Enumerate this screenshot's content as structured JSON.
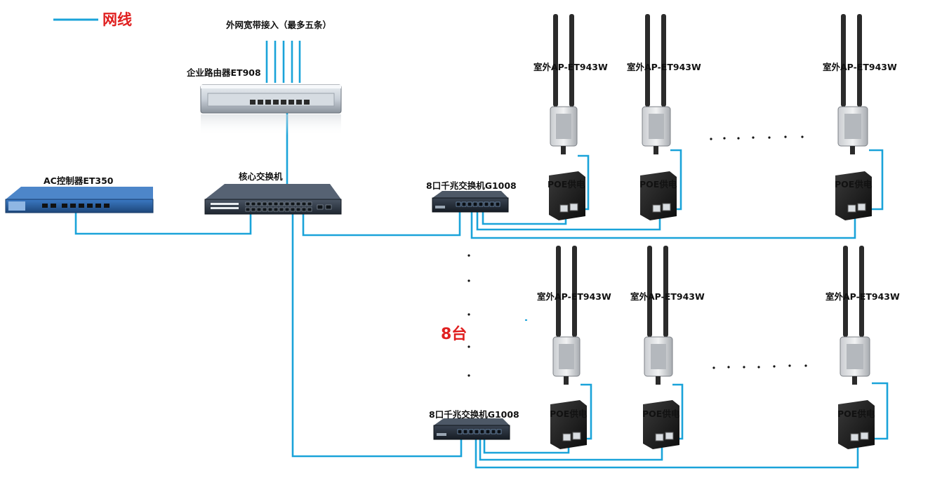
{
  "legend": {
    "label": "网线",
    "line_color": "#1aa3d9"
  },
  "labels": {
    "broadband": "外网宽带接入（最多五条）",
    "router": "企业路由器ET908",
    "ac_controller": "AC控制器ET350",
    "core_switch": "核心交换机",
    "switch_top": "8口千兆交换机G1008",
    "switch_bottom": "8口千兆交换机G1008",
    "count": "8台"
  },
  "ap_row_top": [
    {
      "ap": "室外AP-ET943W",
      "poe": "POE供电"
    },
    {
      "ap": "室外AP-ET943W",
      "poe": "POE供电"
    },
    {
      "ap": "室外AP-ET943W",
      "poe": "POE供电"
    }
  ],
  "ap_row_bottom": [
    {
      "ap": "室外AP-ET943W",
      "poe": "POE供电"
    },
    {
      "ap": "室外AP-ET943W",
      "poe": "POE供电"
    },
    {
      "ap": "室外AP-ET943W",
      "poe": "POE供电"
    }
  ],
  "colors": {
    "cable": "#1aa3d9",
    "red_text": "#e02020",
    "device_dark": "#2e3947",
    "ac_blue": "#2a5d9c"
  }
}
